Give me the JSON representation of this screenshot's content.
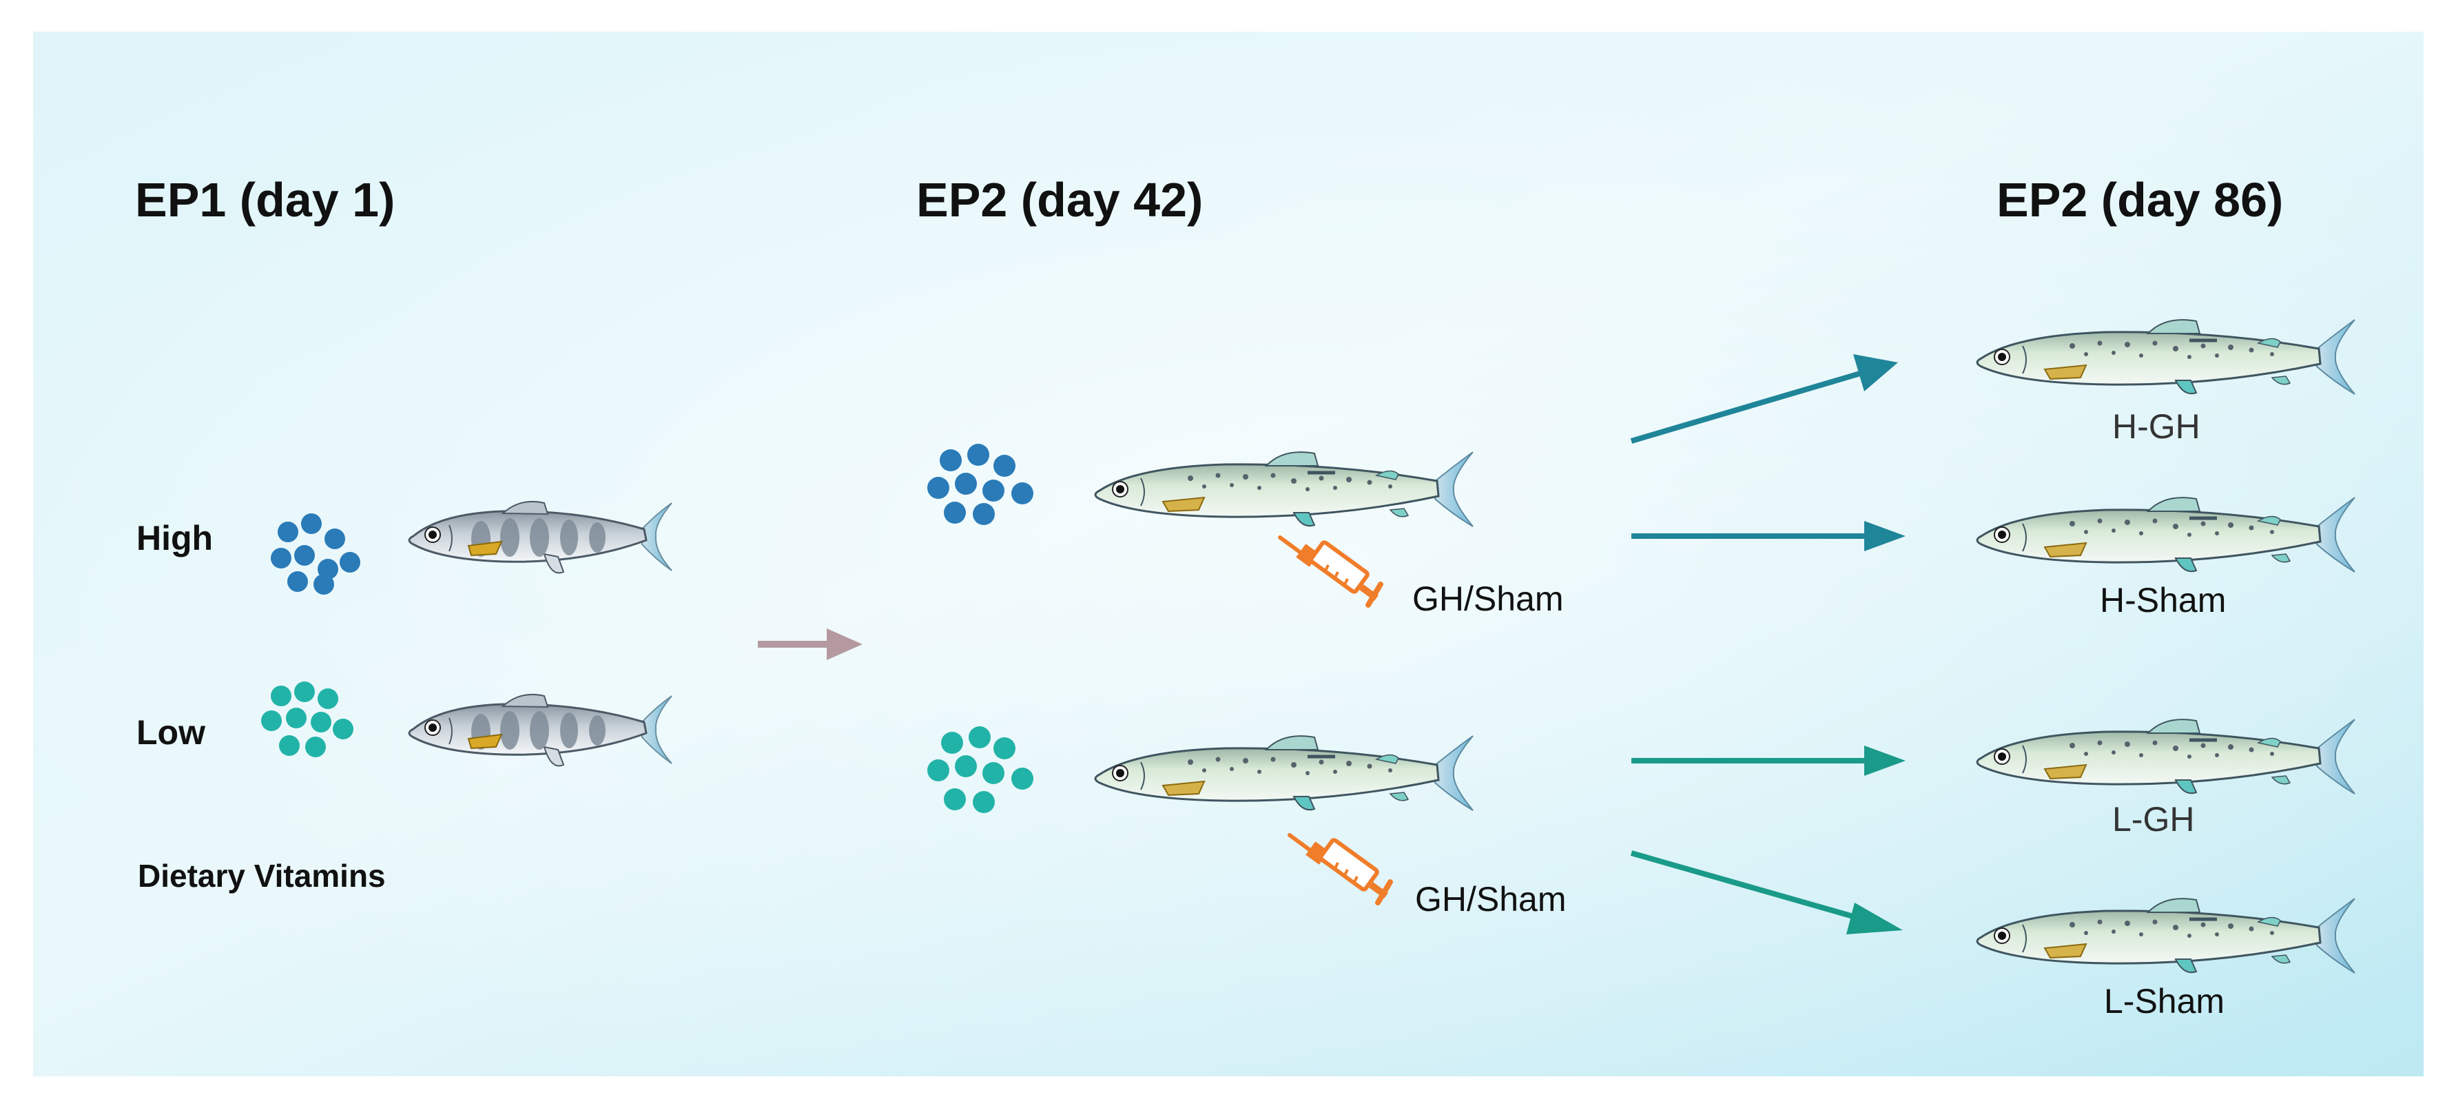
{
  "phases": [
    {
      "id": "ep1",
      "label": "EP1 (day 1)"
    },
    {
      "id": "ep2a",
      "label": "EP2 (day 42)"
    },
    {
      "id": "ep2b",
      "label": "EP2 (day 86)"
    }
  ],
  "diet_levels": {
    "high": "High",
    "low": "Low"
  },
  "diet_caption": "Dietary Vitamins",
  "treatment_label": "GH/Sham",
  "groups": [
    "H-GH",
    "H-Sham",
    "L-GH",
    "L-Sham"
  ],
  "colors": {
    "high_dots": "#2a7bb8",
    "low_dots": "#22b3a8",
    "arrow_mid": "#b49aa0",
    "arrow_high": "#1f8599",
    "arrow_low": "#1a9a88",
    "syringe": "#f07d2a",
    "background_top": "#ffffff",
    "background": "#cdeef5"
  },
  "icons": [
    "fish-parr-icon",
    "fish-smolt-icon",
    "pellet-dots-icon",
    "syringe-icon",
    "arrow-icon"
  ]
}
